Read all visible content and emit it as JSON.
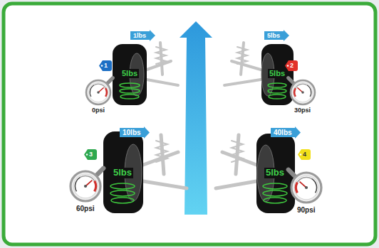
{
  "diagram": {
    "nodes": [
      {
        "text": [
          "1lbs"
        ]
      },
      {
        "text": [
          "5lbs"
        ]
      },
      {
        "text": [
          "1"
        ]
      },
      {
        "text": [
          "2"
        ]
      },
      {
        "text": [
          "10lbs"
        ]
      },
      {
        "text": [
          "40lbs"
        ]
      },
      {
        "text": [
          "3"
        ]
      },
      {
        "text": [
          "4"
        ]
      }
    ],
    "labels": [
      "5lbs",
      "5lbs",
      "0psi",
      "30psi",
      "5lbs",
      "5lbs",
      "60psi",
      "90psi"
    ]
  }
}
